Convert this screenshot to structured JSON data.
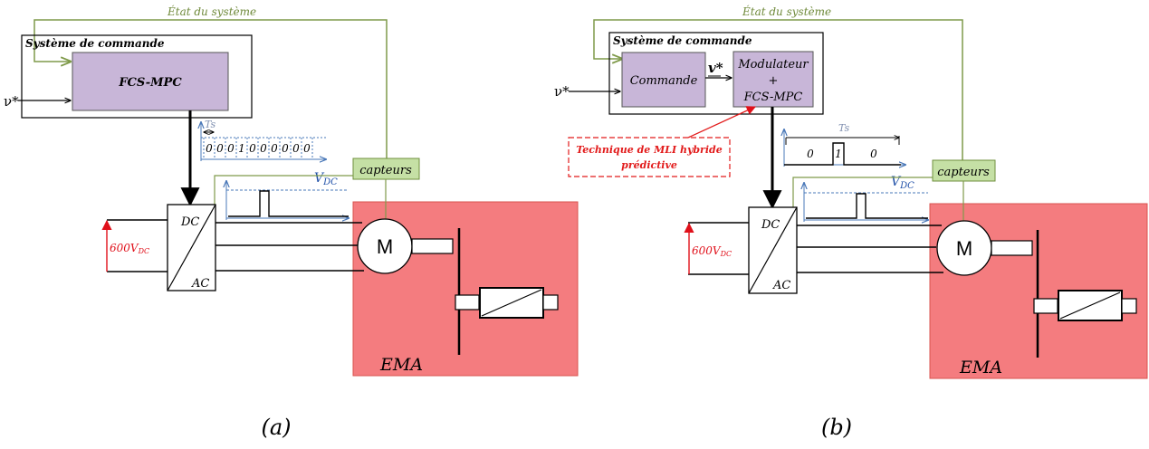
{
  "colors": {
    "ema_fill": "#f47c7f",
    "ema_stroke": "#d9534f",
    "block_fill": "#c8b6d8",
    "sensor_fill": "#c5e0a5",
    "sensor_stroke": "#6f8f3d",
    "state_line": "#7f9a4a",
    "signal_blue": "#4a78b8",
    "voltage_red": "#e0101a",
    "annotation_red": "#e21b1b"
  },
  "panel_a": {
    "state_label": "État du système",
    "control_system_title": "Système de commande",
    "fcs_label": "FCS-MPC",
    "reference": "ν*",
    "ts_label": "Ts",
    "pulse_sequence": [
      "0",
      "0",
      "0",
      "1",
      "0",
      "0",
      "0",
      "0",
      "0",
      "0"
    ],
    "vdc_label": "V",
    "vdc_sub": "DC",
    "sensors_label": "capteurs",
    "converter_dc": "DC",
    "converter_ac": "AC",
    "voltage_value": "600V",
    "voltage_sub": "DC",
    "motor_label": "M",
    "ema_label": "EMA",
    "caption": "(a)"
  },
  "panel_b": {
    "state_label": "État du système",
    "control_system_title": "Système de commande",
    "command_label": "Commande",
    "v_star_label": "v*",
    "modulator_line1": "Modulateur",
    "modulator_line2": "+",
    "modulator_line3": "FCS-MPC",
    "reference": "ν*",
    "annotation_line1": "Technique de MLI hybride",
    "annotation_line2": "prédictive",
    "ts_label": "Ts",
    "pulse_sequence": [
      "0",
      "1",
      "0"
    ],
    "vdc_label": "V",
    "vdc_sub": "DC",
    "sensors_label": "capteurs",
    "converter_dc": "DC",
    "converter_ac": "AC",
    "voltage_value": "600V",
    "voltage_sub": "DC",
    "motor_label": "M",
    "ema_label": "EMA",
    "caption": "(b)"
  }
}
